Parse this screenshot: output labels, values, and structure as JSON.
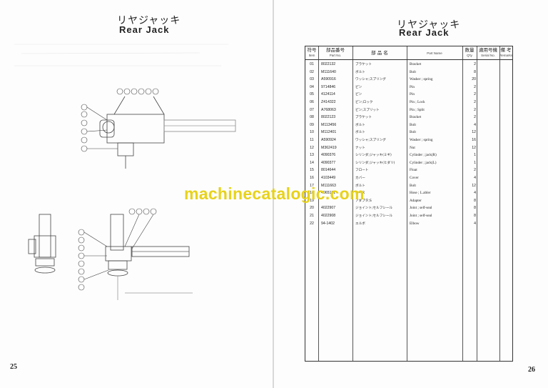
{
  "left_page": {
    "title_jp": "リヤジャッキ",
    "title_en": "Rear Jack",
    "page_number": "25"
  },
  "right_page": {
    "title_jp": "リヤジャッキ",
    "title_en": "Rear Jack",
    "page_number": "26"
  },
  "watermark": "machinecatalogic.com",
  "table": {
    "headers": {
      "item": {
        "jp": "符号",
        "en": "Item"
      },
      "part_no": {
        "jp": "部品番号",
        "en": "Part No."
      },
      "name_jp": {
        "jp": "部 品 名",
        "en": ""
      },
      "part_name": {
        "jp": "",
        "en": "Part Name"
      },
      "qty": {
        "jp": "数量",
        "en": "Q'ty"
      },
      "serial": {
        "jp": "適用号機",
        "en": "Serial No."
      },
      "remarks": {
        "jp": "備 考",
        "en": "Remarks"
      }
    },
    "rows": [
      {
        "item": "01",
        "part_no": "8022132",
        "name_jp": "ブラケット",
        "name": "Bracket",
        "qty": "2",
        "serial": "",
        "remarks": ""
      },
      {
        "item": "02",
        "part_no": "M111640",
        "name_jp": "ボルト",
        "name": "Bolt",
        "qty": "8",
        "serial": "",
        "remarks": ""
      },
      {
        "item": "03",
        "part_no": "A590916",
        "name_jp": "ワッシャ;スプリング",
        "name": "Washer ; spring",
        "qty": "20",
        "serial": "",
        "remarks": ""
      },
      {
        "item": "04",
        "part_no": "9714846",
        "name_jp": "ピン",
        "name": "Pin",
        "qty": "2",
        "serial": "",
        "remarks": ""
      },
      {
        "item": "05",
        "part_no": "4124114",
        "name_jp": "ピン",
        "name": "Pin",
        "qty": "2",
        "serial": "",
        "remarks": ""
      },
      {
        "item": "06",
        "part_no": "Z414322",
        "name_jp": "ピン;ロック",
        "name": "Pin ; Lock",
        "qty": "2",
        "serial": "",
        "remarks": ""
      },
      {
        "item": "07",
        "part_no": "A768063",
        "name_jp": "ピン;スプリット",
        "name": "Pin ; Split",
        "qty": "2",
        "serial": "",
        "remarks": ""
      },
      {
        "item": "08",
        "part_no": "8022123",
        "name_jp": "ブラケット",
        "name": "Bracket",
        "qty": "2",
        "serial": "",
        "remarks": ""
      },
      {
        "item": "09",
        "part_no": "M113456",
        "name_jp": "ボルト",
        "name": "Bolt",
        "qty": "4",
        "serial": "",
        "remarks": ""
      },
      {
        "item": "10",
        "part_no": "M112401",
        "name_jp": "ボルト",
        "name": "Bolt",
        "qty": "12",
        "serial": "",
        "remarks": ""
      },
      {
        "item": "11",
        "part_no": "A590924",
        "name_jp": "ワッシャ;スプリング",
        "name": "Washer ; spring",
        "qty": "16",
        "serial": "",
        "remarks": ""
      },
      {
        "item": "12",
        "part_no": "M362419",
        "name_jp": "ナット",
        "name": "Nut",
        "qty": "12",
        "serial": "",
        "remarks": ""
      },
      {
        "item": "13",
        "part_no": "4090376",
        "name_jp": "シリンダ;ジャッキ(ミギ)",
        "name": "Cylinder ; jack(R)",
        "qty": "1",
        "serial": "",
        "remarks": ""
      },
      {
        "item": "14",
        "part_no": "4090377",
        "name_jp": "シリンダ;ジャッキ(ヒダリ)",
        "name": "Cylinder ; jack(L)",
        "qty": "1",
        "serial": "",
        "remarks": ""
      },
      {
        "item": "15",
        "part_no": "8014644",
        "name_jp": "フロート",
        "name": "Float",
        "qty": "2",
        "serial": "",
        "remarks": ""
      },
      {
        "item": "16",
        "part_no": "4103449",
        "name_jp": "カバー",
        "name": "Cover",
        "qty": "4",
        "serial": "",
        "remarks": ""
      },
      {
        "item": "17",
        "part_no": "M111663",
        "name_jp": "ボルト",
        "name": "Bolt",
        "qty": "12",
        "serial": "",
        "remarks": ""
      },
      {
        "item": "18",
        "part_no": "4065131",
        "name_jp": "ホース",
        "name": "Hose ; L.abler",
        "qty": "4",
        "serial": "",
        "remarks": ""
      },
      {
        "item": "19",
        "part_no": "",
        "name_jp": "アダプタ;S",
        "name": "Adapter",
        "qty": "8",
        "serial": "",
        "remarks": ""
      },
      {
        "item": "20",
        "part_no": "4022907",
        "name_jp": "ジョイント;セルフシール",
        "name": "Joint ; self-seal",
        "qty": "8",
        "serial": "",
        "remarks": ""
      },
      {
        "item": "21",
        "part_no": "4022908",
        "name_jp": "ジョイント;セルフシール",
        "name": "Joint ; self-seal",
        "qty": "8",
        "serial": "",
        "remarks": ""
      },
      {
        "item": "22",
        "part_no": "94-1402",
        "name_jp": "エルボ",
        "name": "Elbow",
        "qty": "4",
        "serial": "",
        "remarks": ""
      }
    ]
  }
}
